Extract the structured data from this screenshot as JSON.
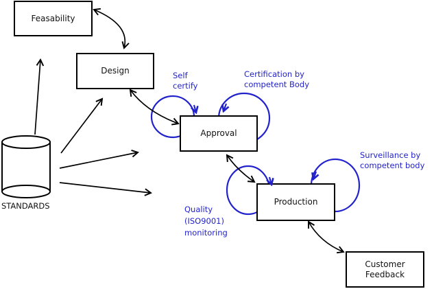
{
  "diagram": {
    "nodes": {
      "feasability": {
        "label": "Feasability"
      },
      "design": {
        "label": "Design"
      },
      "approval": {
        "label": "Approval"
      },
      "production": {
        "label": "Production"
      },
      "customer_feedback": {
        "label": "Customer\nFeedback"
      },
      "standards": {
        "label": "STANDARDS"
      }
    },
    "annotations": {
      "self_certify": {
        "text": "Self\ncertify"
      },
      "certification": {
        "text": "Certification by\ncompetent Body"
      },
      "surveillance": {
        "text": "Surveillance by\ncompetent body"
      },
      "quality": {
        "text": "Quality\n(ISO9001)\nmonitoring"
      }
    },
    "colors": {
      "line": "#000000",
      "annotation": "#2222cc",
      "background": "#ffffff",
      "box_fill": "#ffffff"
    }
  }
}
